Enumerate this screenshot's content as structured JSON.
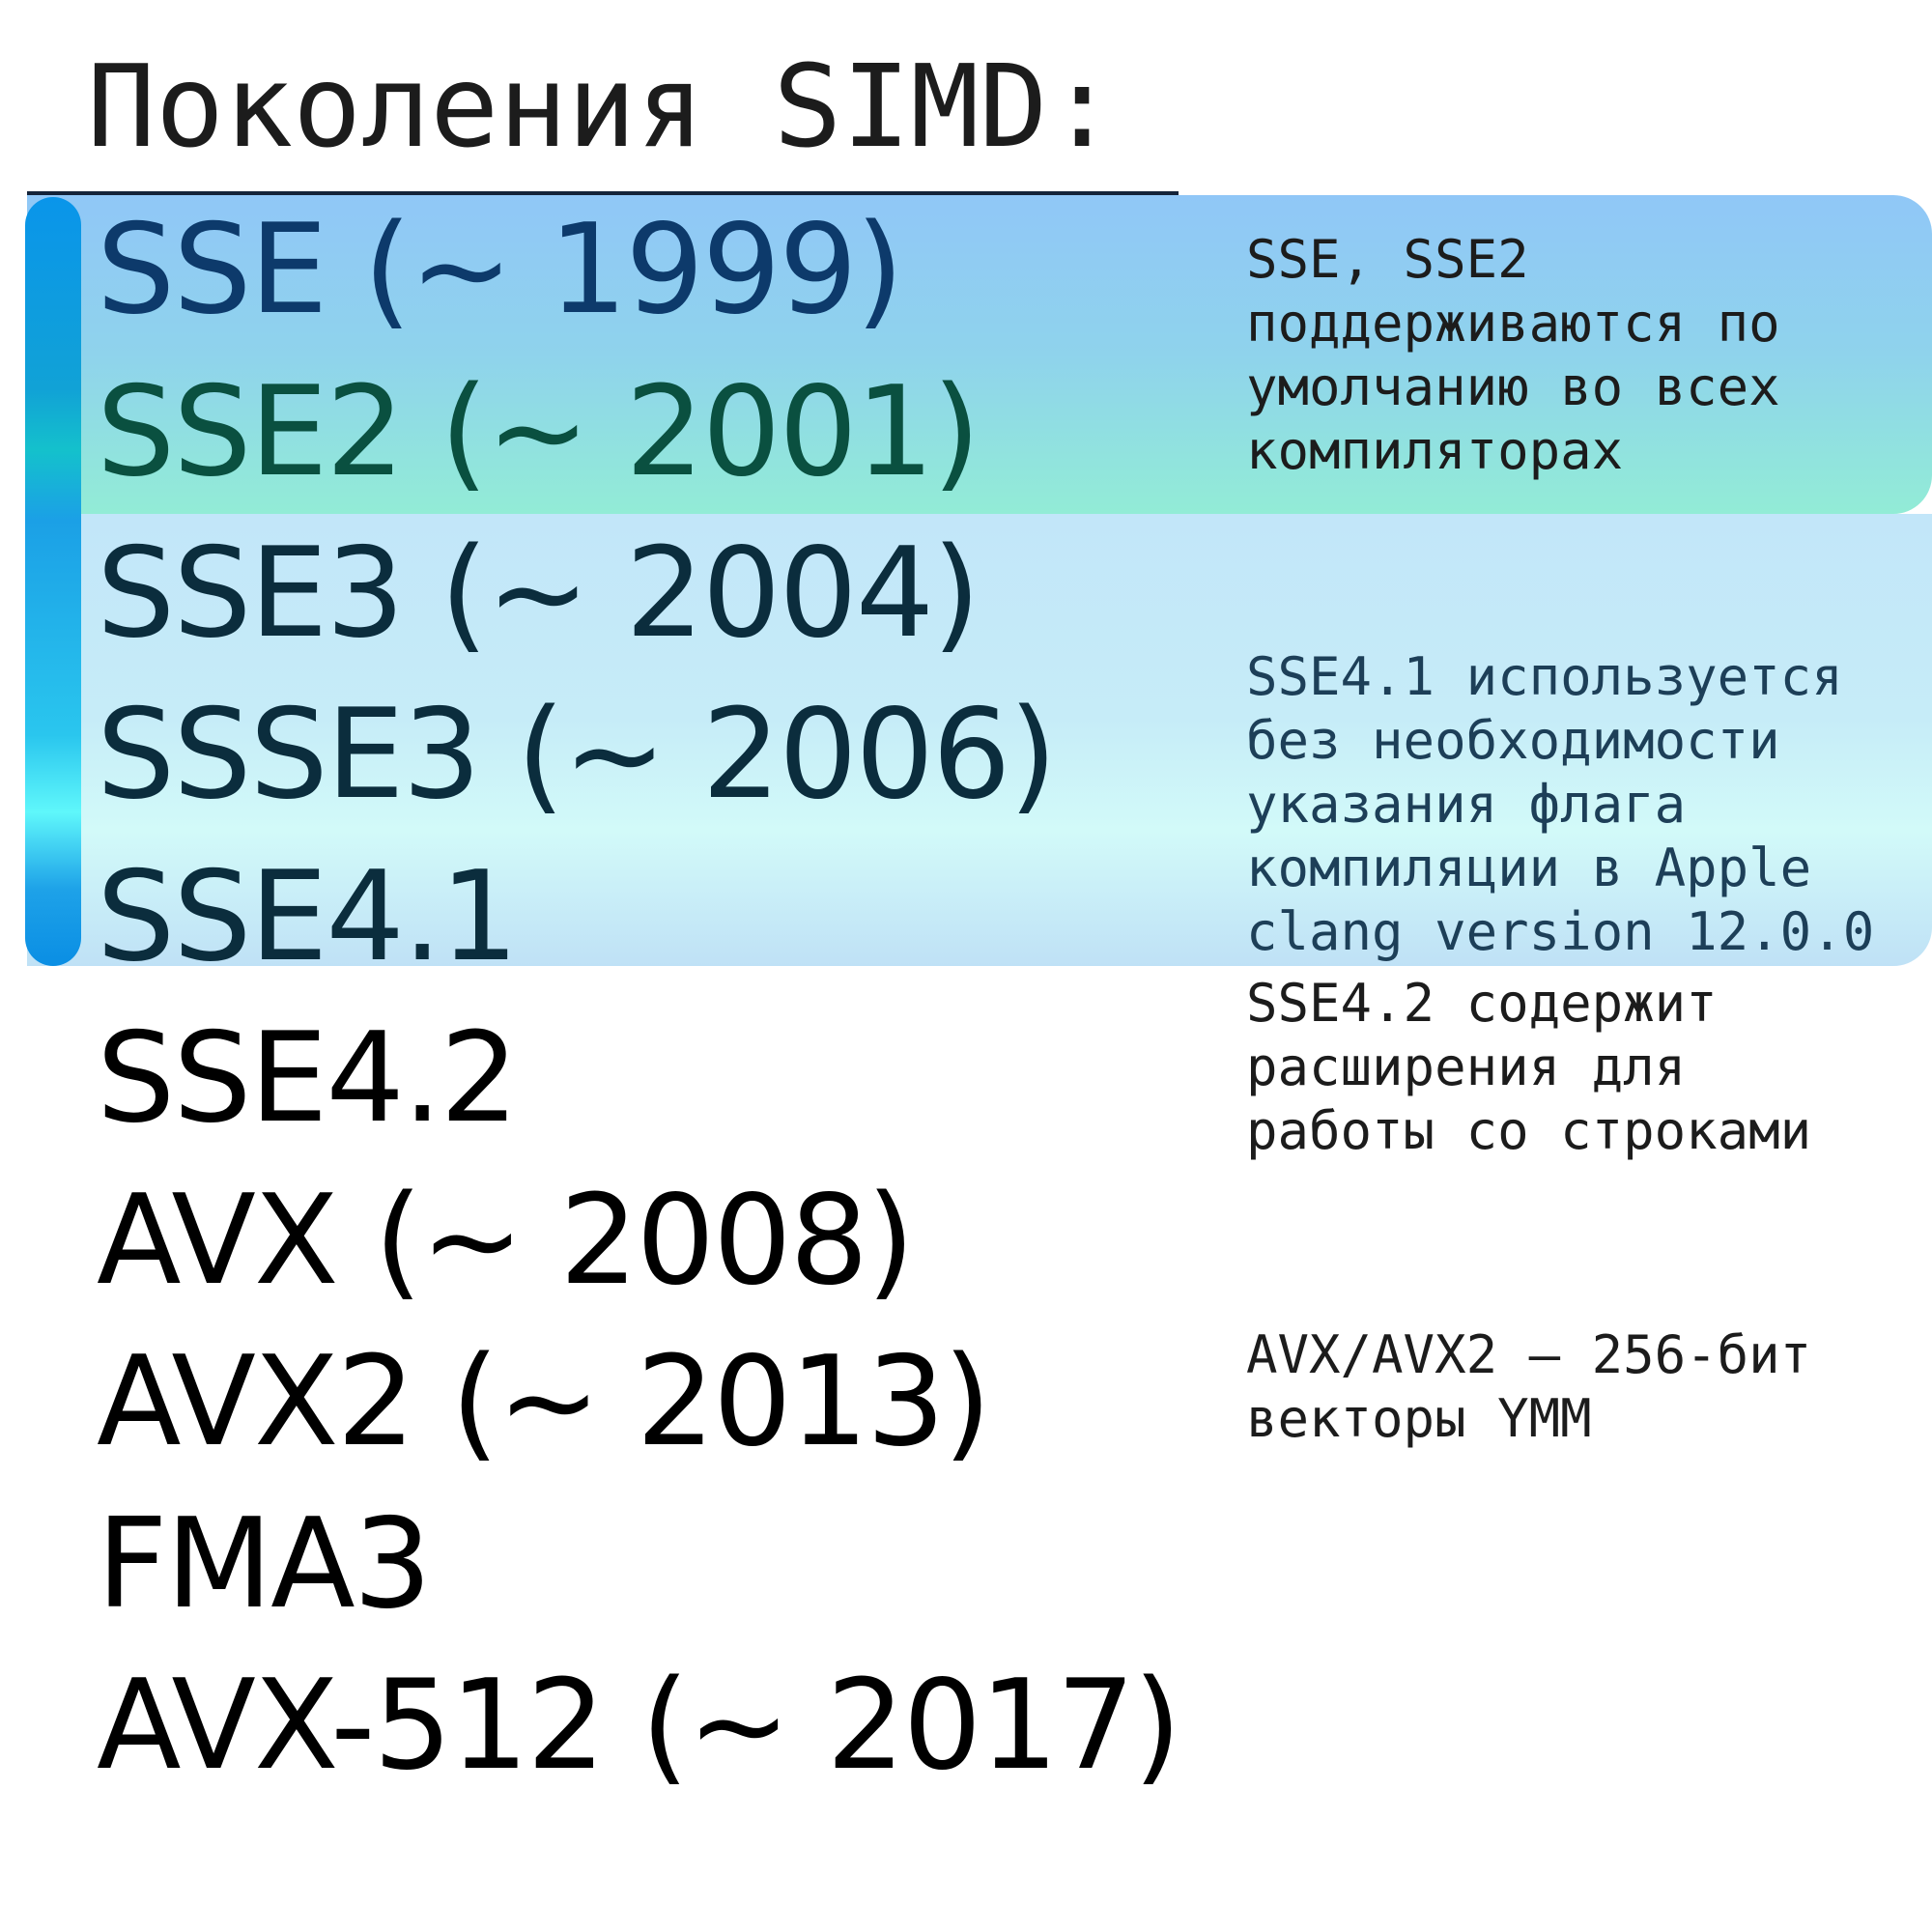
{
  "title": "Поколения SIMD:",
  "generations": [
    {
      "label": "SSE (∼ 1999)"
    },
    {
      "label": "SSE2 (∼ 2001)"
    },
    {
      "label": "SSE3 (∼ 2004)"
    },
    {
      "label": "SSSE3 (∼ 2006)"
    },
    {
      "label": "SSE4.1"
    },
    {
      "label": "SSE4.2"
    },
    {
      "label": "AVX (∼ 2008)"
    },
    {
      "label": "AVX2 (∼ 2013)"
    },
    {
      "label": "FMA3"
    },
    {
      "label": "AVX-512 (∼ 2017)"
    }
  ],
  "notes": {
    "sse_sse2": [
      "SSE, SSE2",
      "поддерживаются по",
      "умолчанию во всех",
      "компиляторах"
    ],
    "sse41": [
      "SSE4.1 используется",
      "без необходимости",
      "указания флага",
      "компиляции в Apple",
      "clang version 12.0.0"
    ],
    "sse42": [
      "SSE4.2 содержит",
      "расширения для",
      "работы со строками"
    ],
    "avx": [
      "AVX/AVX2 – 256-бит",
      "векторы YMM"
    ]
  }
}
